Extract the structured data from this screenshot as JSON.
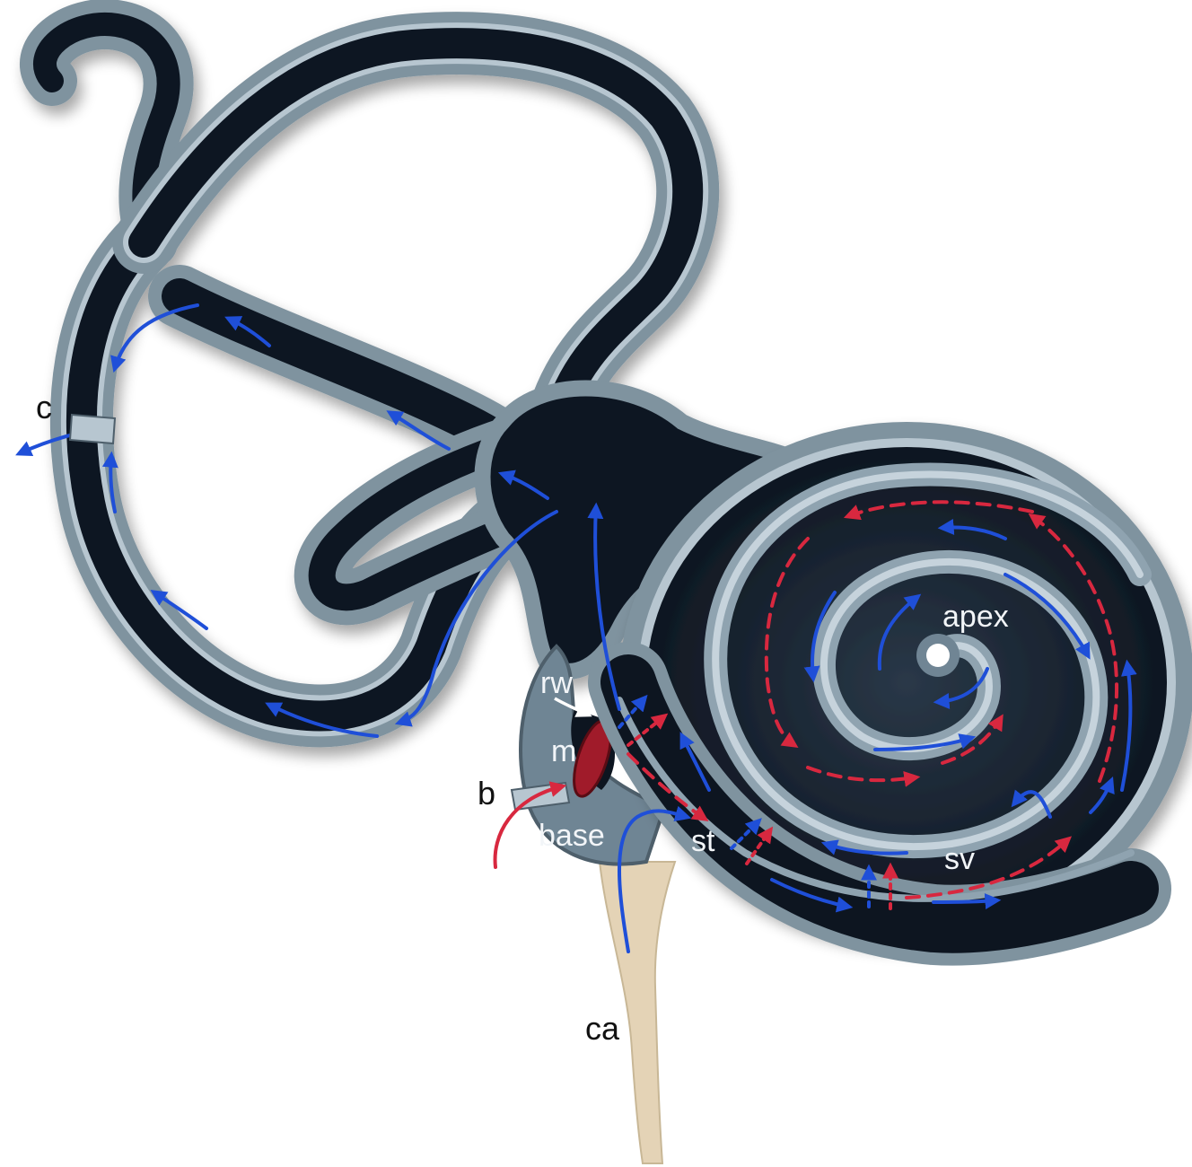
{
  "labels": {
    "c": "c",
    "b": "b",
    "rw": "rw",
    "m": "m",
    "base": "base",
    "st": "st",
    "sv": "sv",
    "apex": "apex",
    "ca": "ca"
  },
  "colors": {
    "bone": "#7f939f",
    "bone_light": "#b7c6d0",
    "bone_dark": "#4e5f6b",
    "lumen": "#0d1520",
    "lumen_mid": "#1f2b38",
    "flow_blue": "#1f4fd8",
    "flow_red": "#d8283f",
    "aqueduct": "#e4d3b6"
  }
}
